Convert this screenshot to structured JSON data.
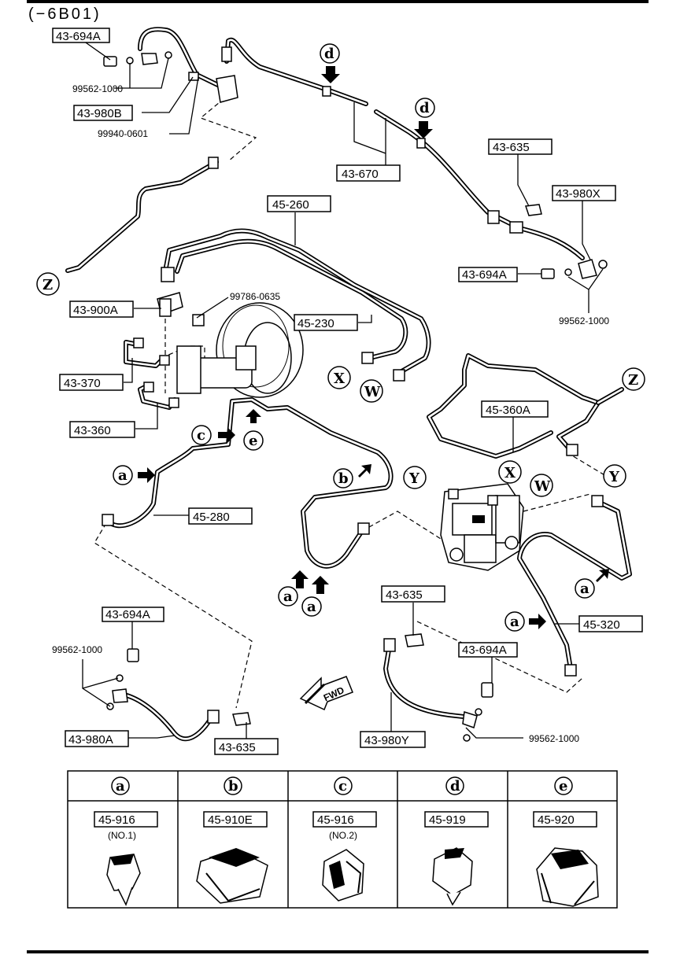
{
  "header": {
    "code": "(−6B01)"
  },
  "parts": {
    "p43694A_top": "43-694A",
    "p99562_top": "99562-1000",
    "p43980B": "43-980B",
    "p99940": "99940-0601",
    "p43670": "43-670",
    "p43635_right": "43-635",
    "p43980X": "43-980X",
    "p43694A_right": "43-694A",
    "p99562_right": "99562-1000",
    "p45260": "45-260",
    "p99786": "99786-0635",
    "p43900A": "43-900A",
    "p45230": "45-230",
    "p43370": "43-370",
    "p43360": "43-360",
    "p45360A": "45-360A",
    "p45280": "45-280",
    "p43635_mid": "43-635",
    "p43694A_midright": "43-694A",
    "p45320": "45-320",
    "p43694A_left": "43-694A",
    "p99562_left": "99562-1000",
    "p43980A": "43-980A",
    "p43635_bottom": "43-635",
    "p43980Y": "43-980Y",
    "p99562_bottom": "99562-1000"
  },
  "callouts": {
    "a": "a",
    "b": "b",
    "c": "c",
    "d": "d",
    "e": "e",
    "X": "X",
    "Y": "Y",
    "Z": "Z",
    "W": "W"
  },
  "fwd": "FWD",
  "legend": {
    "columns": [
      {
        "letter": "a",
        "part": "45-916",
        "note": "(NO.1)"
      },
      {
        "letter": "b",
        "part": "45-910E",
        "note": ""
      },
      {
        "letter": "c",
        "part": "45-916",
        "note": "(NO.2)"
      },
      {
        "letter": "d",
        "part": "45-919",
        "note": ""
      },
      {
        "letter": "e",
        "part": "45-920",
        "note": ""
      }
    ]
  }
}
